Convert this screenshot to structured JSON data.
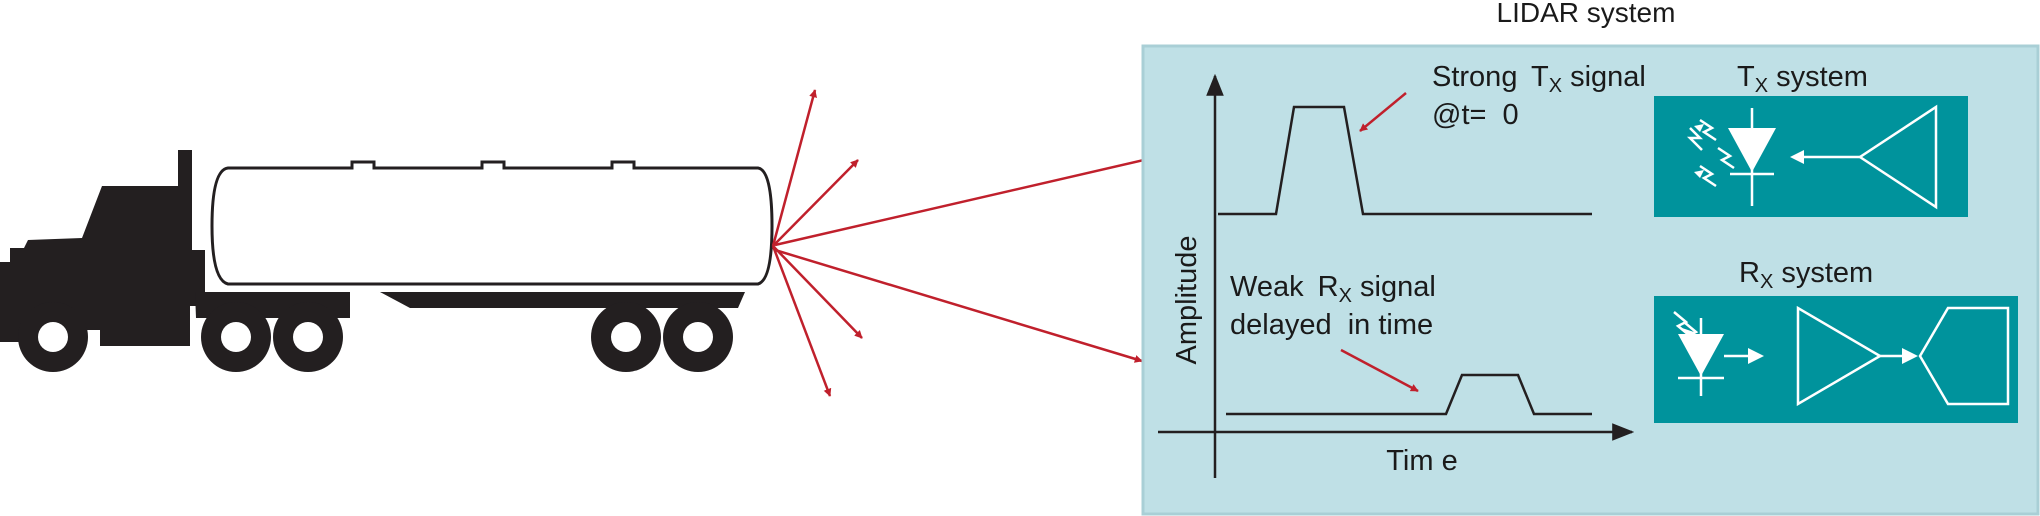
{
  "title": "LIDAR system",
  "tx_annotation": {
    "line1_prefix": "Strong ",
    "line1_sym": "T",
    "line1_sub": "X",
    "line1_suffix": " signal",
    "line2": "@t=  0"
  },
  "rx_annotation": {
    "line1_prefix": "Weak ",
    "line1_sym": "R",
    "line1_sub": "X",
    "line1_suffix": " signal",
    "line2": "delayed  in time"
  },
  "tx_system": {
    "sym": "T",
    "sub": "X",
    "suffix": " system"
  },
  "rx_system": {
    "sym": "R",
    "sub": "X",
    "suffix": " system"
  },
  "axes": {
    "ylabel": "Amplitude",
    "xlabel": "Tim e"
  },
  "colors": {
    "panel": "#bfe0e6",
    "panel_border": "#a9cfd6",
    "module": "#00939c",
    "arrow": "#c0202c",
    "ink": "#231f20"
  }
}
